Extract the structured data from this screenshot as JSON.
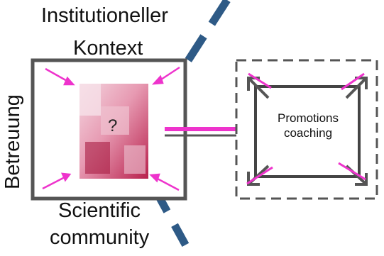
{
  "labels": {
    "institutional_line1": "Institutioneller",
    "institutional_line2": "Kontext",
    "scientific_line1": "Scientific",
    "scientific_line2": "community",
    "betreuung": "Betreuung",
    "question_mark": "?",
    "promotions_line1": "Promotions",
    "promotions_line2": "coaching"
  },
  "colors": {
    "magenta_arrows": "#ee33cc",
    "dashed_blue_line": "#2e5a86",
    "box_border": "#555555",
    "photo_tint": "#c2305a"
  }
}
